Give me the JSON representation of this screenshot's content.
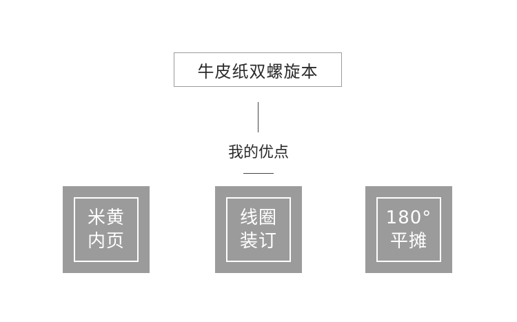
{
  "title": "牛皮纸双螺旋本",
  "subtitle": "我的优点",
  "features": [
    {
      "line1": "米黄",
      "line2": "内页"
    },
    {
      "line1": "线圈",
      "line2": "装订"
    },
    {
      "line1": "180°",
      "line2": "平摊"
    }
  ],
  "colors": {
    "tile_background": "#9b9b9b",
    "tile_text": "#ffffff",
    "title_border": "#9a9a9a"
  }
}
